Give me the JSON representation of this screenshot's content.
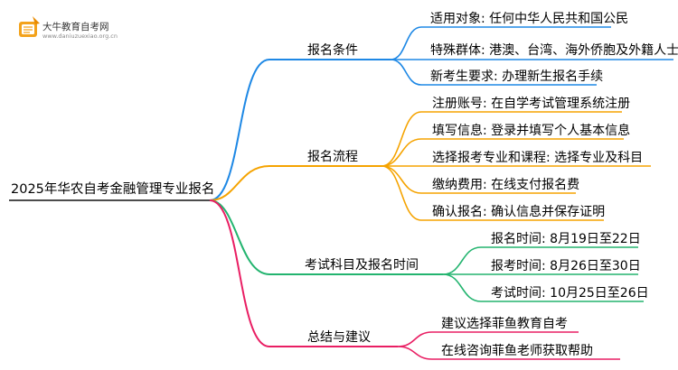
{
  "logo": {
    "name": "大牛教育自考网",
    "url": "www.daniuzuexiao.org.cn"
  },
  "root": {
    "label": "2025年华农自考金融管理专业报名"
  },
  "colors": {
    "root": "#333333",
    "branches": [
      "#1e88e5",
      "#f5a300",
      "#23b46f",
      "#e91e63"
    ]
  },
  "branches": [
    {
      "label": "报名条件",
      "children": [
        "适用对象: 任何中华人民共和国公民",
        "特殊群体: 港澳、台湾、海外侨胞及外籍人士",
        "新考生要求: 办理新生报名手续"
      ]
    },
    {
      "label": "报名流程",
      "children": [
        "注册账号: 在自学考试管理系统注册",
        "填写信息: 登录并填写个人基本信息",
        "选择报考专业和课程: 选择专业及科目",
        "缴纳费用: 在线支付报名费",
        "确认报名: 确认信息并保存证明"
      ]
    },
    {
      "label": "考试科目及报名时间",
      "children": [
        "报名时间: 8月19日至22日",
        "报考时间: 8月26日至30日",
        "考试时间: 10月25日至26日"
      ]
    },
    {
      "label": "总结与建议",
      "children": [
        "建议选择菲鱼教育自考",
        "在线咨询菲鱼老师获取帮助"
      ]
    }
  ]
}
